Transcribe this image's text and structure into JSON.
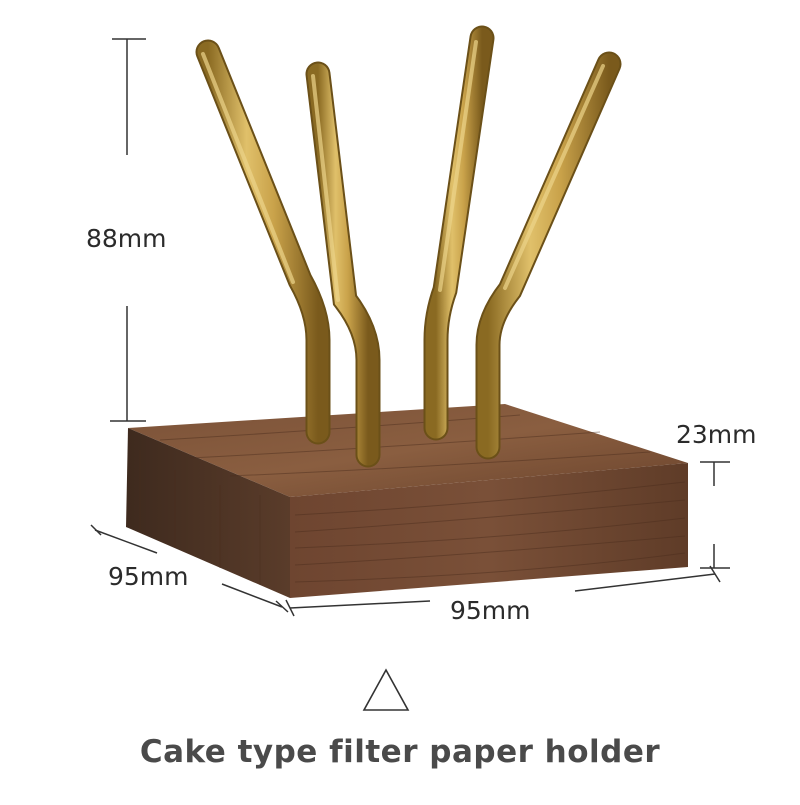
{
  "dimensions": {
    "post_height": "88mm",
    "base_height": "23mm",
    "base_depth": "95mm",
    "base_width": "95mm"
  },
  "caption": "Cake type filter paper holder",
  "marker_icon": "triangle-outline-icon",
  "colors": {
    "wood": "#6b4630",
    "wood_dark": "#4a2e1e",
    "brass": "#c9a650",
    "text": "#4a4a4a"
  }
}
